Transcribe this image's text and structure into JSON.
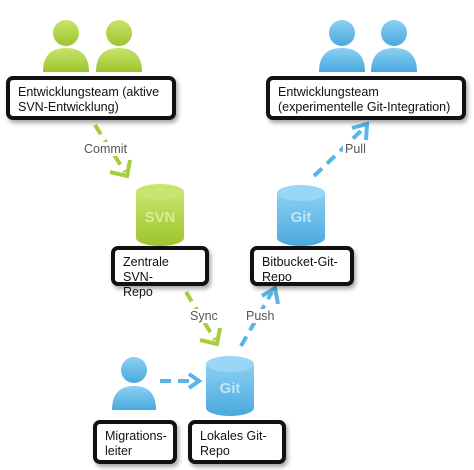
{
  "colors": {
    "svn_green": "#a6ce39",
    "git_blue": "#5ab4e5",
    "box_border": "#111111"
  },
  "icons": [
    "person-icon",
    "svn-cylinder-icon",
    "git-cylinder-icon"
  ],
  "nodes": {
    "svn_team": {
      "label": "Entwicklungsteam (aktive\nSVN-Entwicklung)"
    },
    "git_team": {
      "label": "Entwicklungsteam\n(experimentelle Git-Integration)"
    },
    "svn_repo": {
      "label": "Zentrale SVN-\nRepo",
      "cylinder_text": "SVN"
    },
    "bitbucket_repo": {
      "label": "Bitbucket-Git-\nRepo",
      "cylinder_text": "Git"
    },
    "local_repo": {
      "label": "Lokales Git-\nRepo",
      "cylinder_text": "Git"
    },
    "migration_lead": {
      "label": "Migrations-\nleiter"
    }
  },
  "edges": {
    "commit": "Commit",
    "sync": "Sync",
    "push": "Push",
    "pull": "Pull"
  }
}
